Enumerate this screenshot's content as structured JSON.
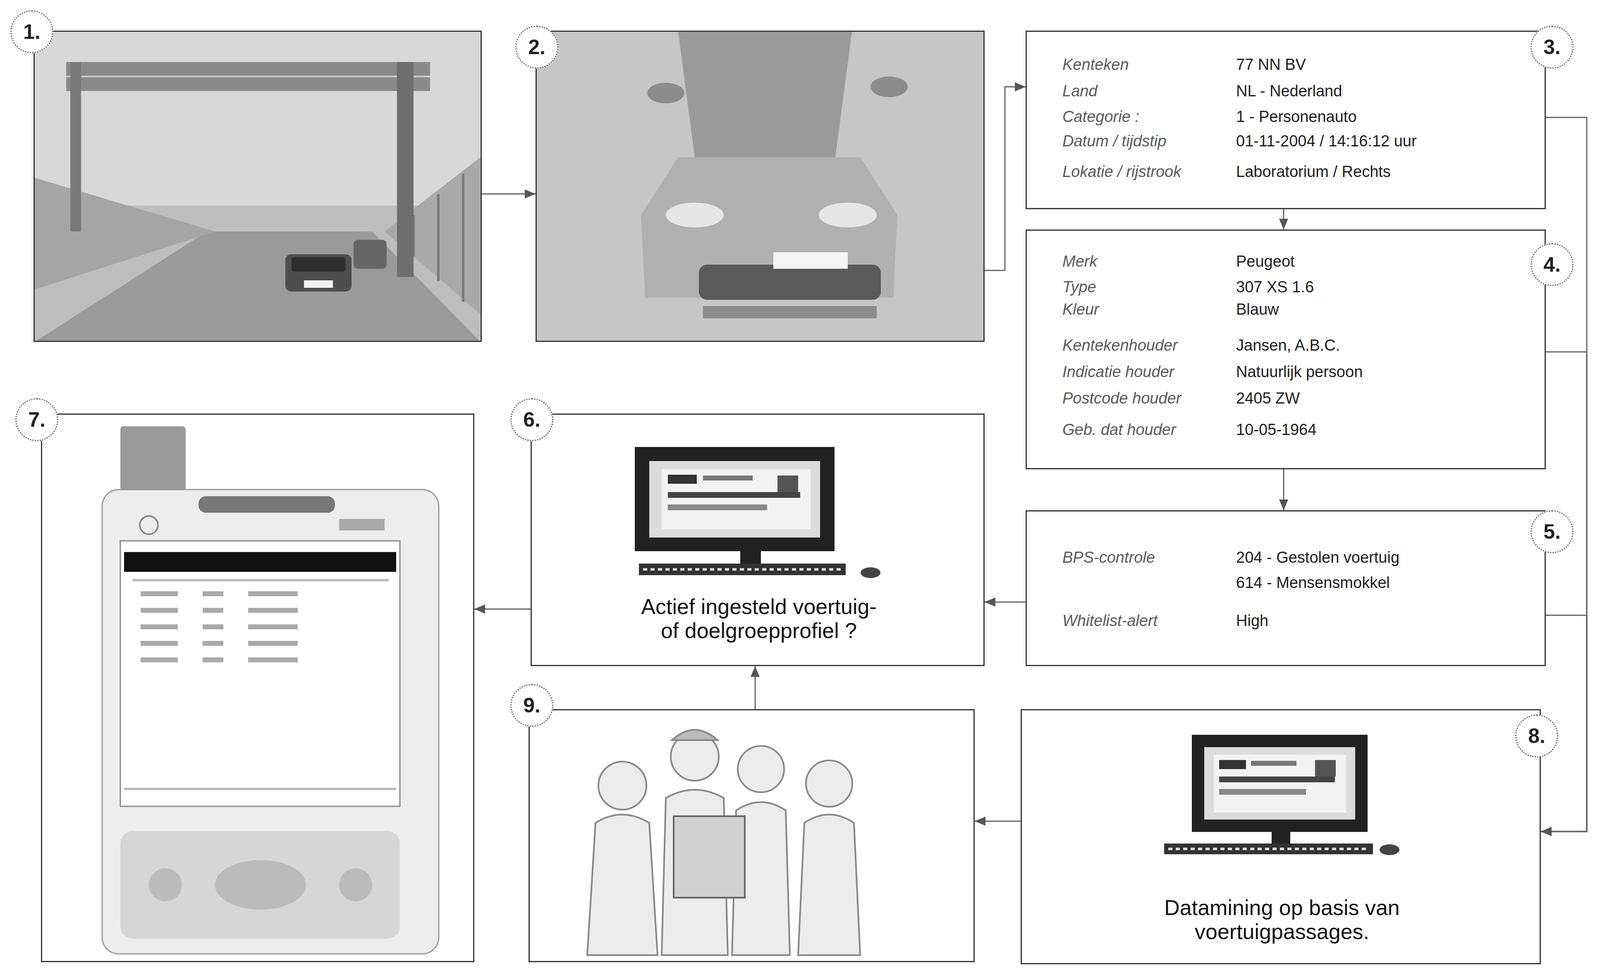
{
  "diagram": {
    "nodes": [
      {
        "text": [
          "1."
        ]
      },
      {
        "text": [
          "2."
        ]
      },
      {
        "text": [
          "3.",
          "Kenteken",
          "77 NN BV",
          "Land",
          "NL - Nederland",
          "Categorie :",
          "1 - Personenauto",
          "Datum / tijdstip",
          "01-11-2004 / 14:16:12 uur",
          "Lokatie / rijstrook",
          "Laboratorium / Rechts"
        ]
      },
      {
        "text": [
          "4.",
          "Merk",
          "Peugeot",
          "Type",
          "307 XS 1.6",
          "Kleur",
          "Blauw",
          "Kentekenhouder",
          "Jansen, A.B.C.",
          "Indicatie houder",
          "Natuurlijk persoon",
          "Postcode houder",
          "2405 ZW",
          "Geb. dat houder",
          "10-05-1964"
        ]
      },
      {
        "text": [
          "5.",
          "BPS-controle",
          "204 - Gestolen voertuig",
          "614 - Mensensmokkel",
          "Whitelist-alert",
          "High"
        ]
      },
      {
        "text": [
          "6.",
          "Actief ingesteld voertuig- of doelgroepprofiel ?"
        ]
      },
      {
        "text": [
          "7."
        ]
      },
      {
        "text": [
          "8.",
          "Datamining op basis van voertuigpassages."
        ]
      },
      {
        "text": [
          "9."
        ]
      }
    ],
    "edges": [
      {
        "from": 0,
        "to": 1,
        "arrow": "to"
      },
      {
        "from": 1,
        "to": 2,
        "arrow": "to"
      },
      {
        "from": 2,
        "to": 3,
        "arrow": "to"
      },
      {
        "from": 3,
        "to": 4,
        "arrow": "to"
      },
      {
        "from": 4,
        "to": 5,
        "arrow": "to"
      },
      {
        "from": 5,
        "to": 6,
        "arrow": "to"
      },
      {
        "from": 2,
        "to": 7,
        "arrow": "to"
      },
      {
        "from": 3,
        "to": 7,
        "arrow": "to"
      },
      {
        "from": 4,
        "to": 7,
        "arrow": "to"
      },
      {
        "from": 7,
        "to": 8,
        "arrow": "to"
      },
      {
        "from": 8,
        "to": 5,
        "arrow": "to"
      }
    ]
  }
}
